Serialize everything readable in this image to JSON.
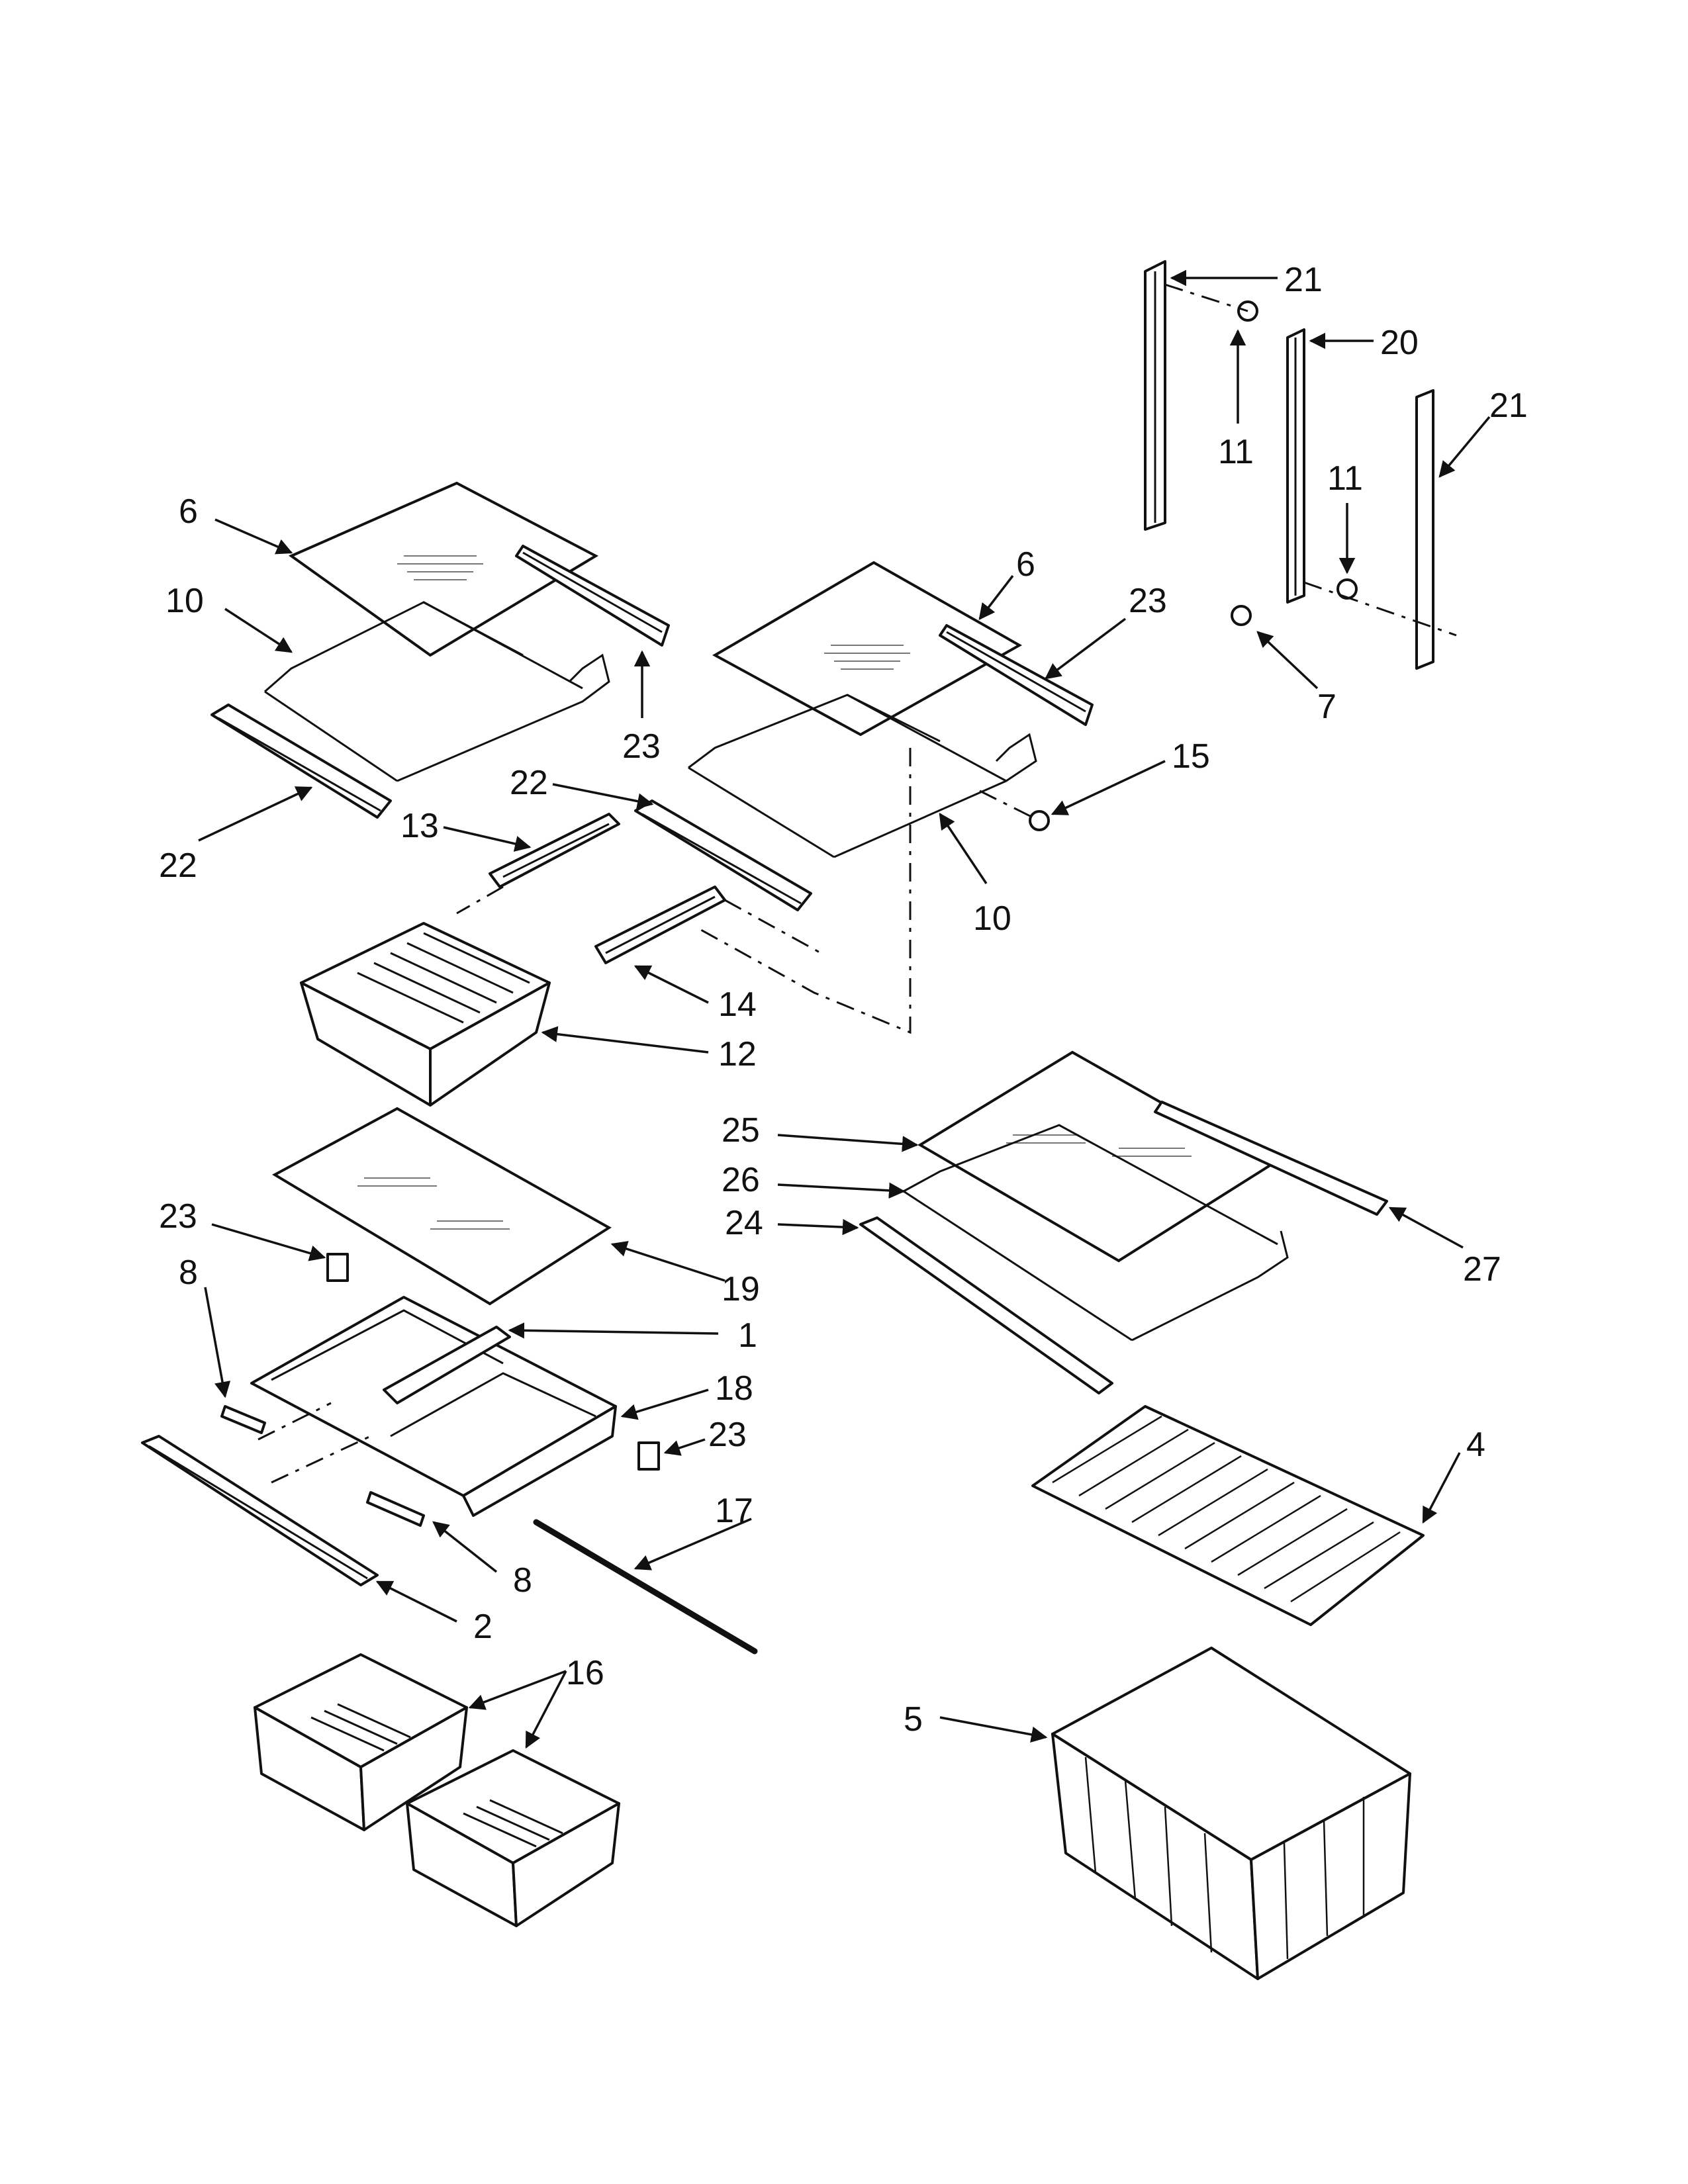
{
  "diagram": {
    "callouts": {
      "c1": "1",
      "c2": "2",
      "c4": "4",
      "c5": "5",
      "c6a": "6",
      "c6b": "6",
      "c7": "7",
      "c8a": "8",
      "c8b": "8",
      "c10a": "10",
      "c10b": "10",
      "c11a": "11",
      "c11b": "11",
      "c12": "12",
      "c13": "13",
      "c14": "14",
      "c15": "15",
      "c16": "16",
      "c17": "17",
      "c18": "18",
      "c19": "19",
      "c20": "20",
      "c21a": "21",
      "c21b": "21",
      "c22a": "22",
      "c22b": "22",
      "c23a": "23",
      "c23b": "23",
      "c23c": "23",
      "c23d": "23",
      "c24": "24",
      "c25": "25",
      "c26": "26",
      "c27": "27"
    }
  }
}
